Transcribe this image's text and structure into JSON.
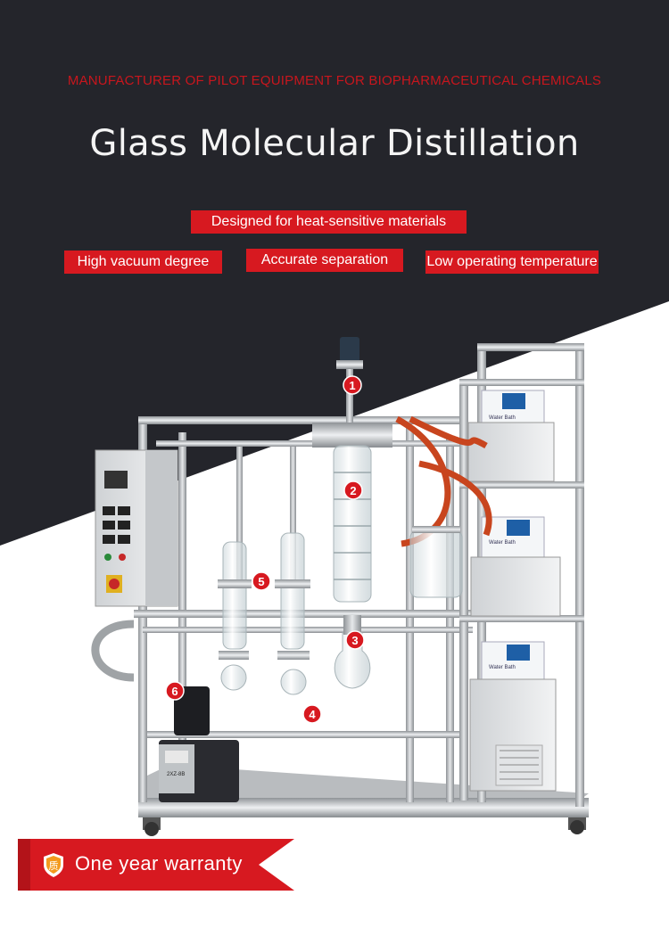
{
  "header": {
    "tagline": "MANUFACTURER OF PILOT EQUIPMENT FOR BIOPHARMACEUTICAL CHEMICALS",
    "title": "Glass Molecular Distillation"
  },
  "features": {
    "main": "Designed for heat-sensitive materials",
    "items": [
      "High vacuum degree",
      "Accurate separation",
      "Low operating temperature"
    ]
  },
  "callouts": [
    "1",
    "2",
    "3",
    "4",
    "5",
    "6"
  ],
  "panel_labels": {
    "water_bath_1": "Water Bath",
    "water_bath_2": "Water Bath",
    "water_bath_3": "Water Bath",
    "pump_model": "2XZ-8B"
  },
  "warranty": {
    "icon_char": "质",
    "text": "One year warranty"
  },
  "colors": {
    "dark_bg": "#24252b",
    "accent_red": "#d71920",
    "tagline_red": "#c8161d"
  }
}
